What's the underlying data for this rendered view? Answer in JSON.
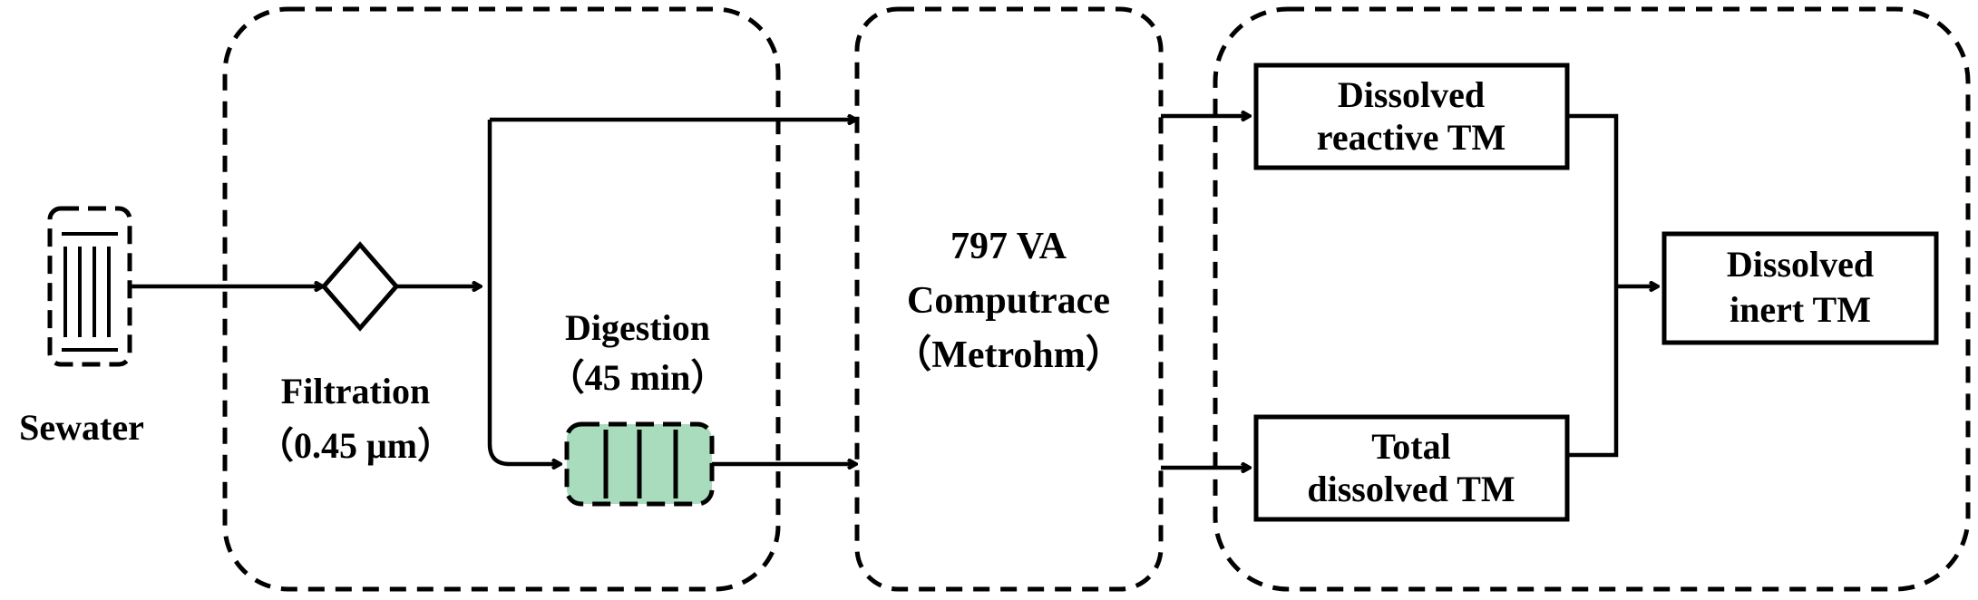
{
  "labels": {
    "sample": "Sewater",
    "filtration": "Filtration",
    "filtration_size": "（0.45 μm）",
    "digestion": "Digestion",
    "digestion_time": "（45 min）",
    "instrument_line1": "797 VA",
    "instrument_line2": "Computrace",
    "instrument_line3": "（Metrohm）",
    "reactive_line1": "Dissolved",
    "reactive_line2": "reactive TM",
    "total_line1": "Total",
    "total_line2": "dissolved TM",
    "inert_line1": "Dissolved",
    "inert_line2": "inert TM"
  },
  "colors": {
    "stroke": "#000000",
    "digestion_fill": "#a8dcbc",
    "background": "#ffffff"
  }
}
